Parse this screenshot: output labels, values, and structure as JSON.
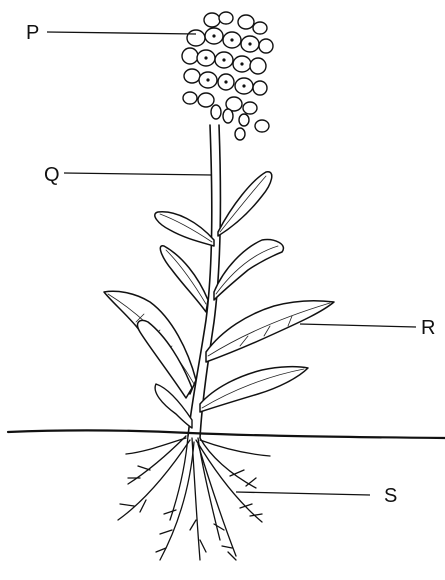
{
  "labels": {
    "p": "P",
    "q": "Q",
    "r": "R",
    "s": "S"
  },
  "colors": {
    "ink": "#111111",
    "background": "#ffffff"
  }
}
